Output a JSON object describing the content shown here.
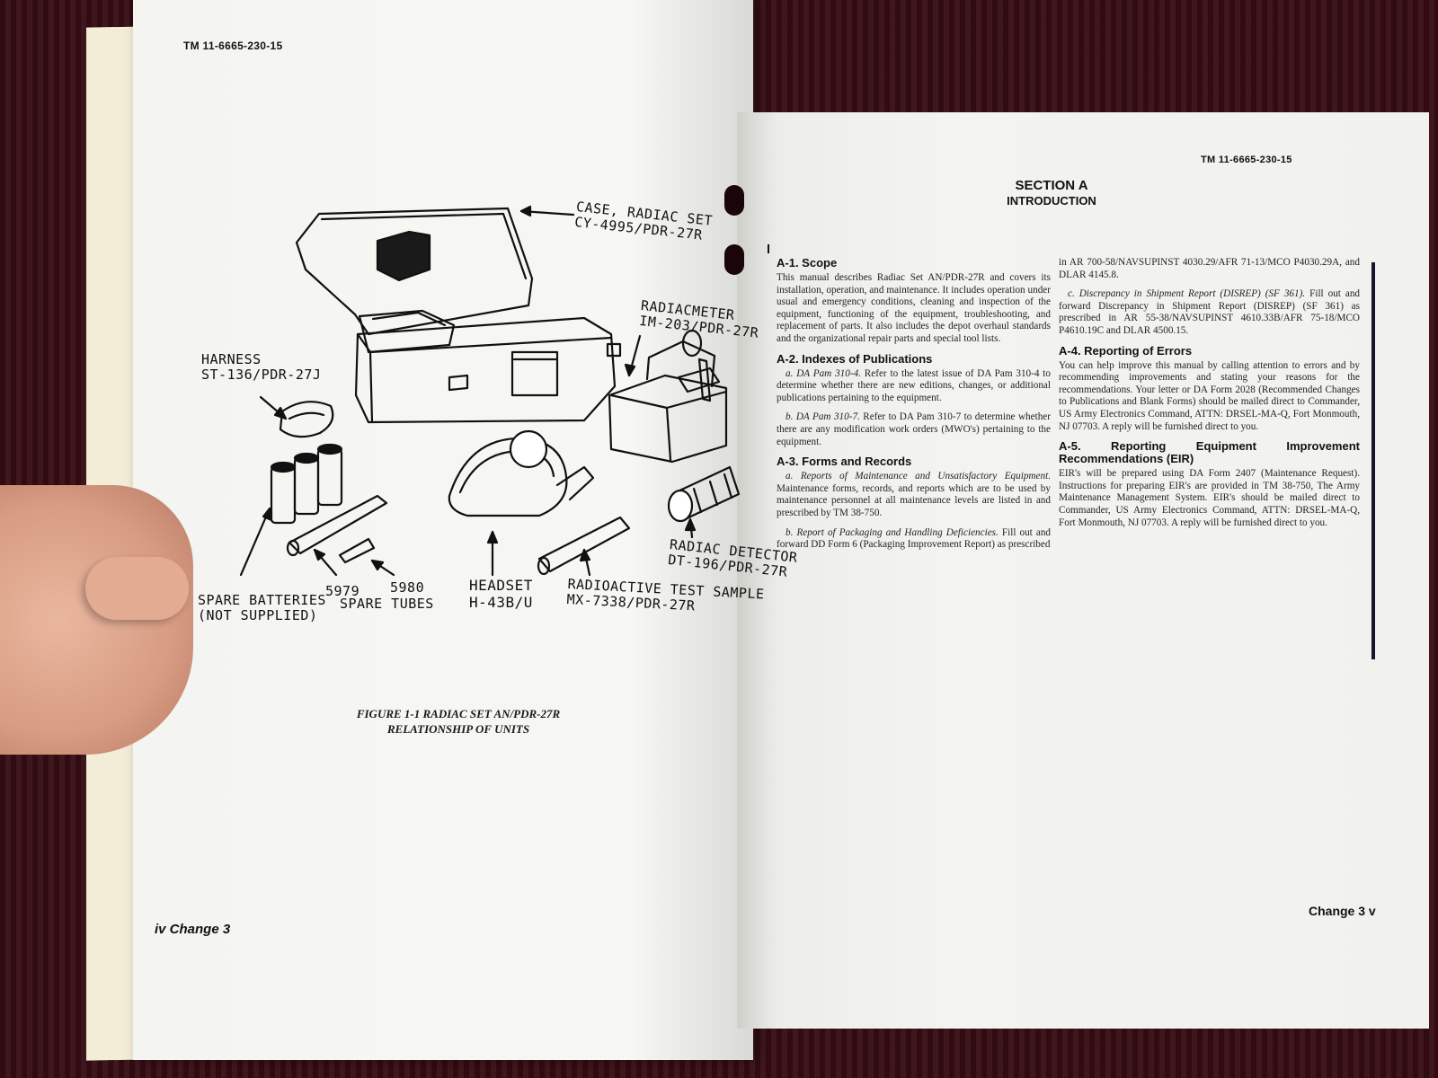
{
  "left_page": {
    "header": "TM 11-6665-230-15",
    "callouts": {
      "case": "CASE, RADIAC SET\nCY-4995/PDR-27R",
      "radiacmeter": "RADIACMETER\nIM-203/PDR-27R",
      "harness": "HARNESS\nST-136/PDR-27J",
      "detector": "RADIAC DETECTOR\nDT-196/PDR-27R",
      "headset": "HEADSET\nH-43B/U",
      "test_sample": "RADIOACTIVE TEST SAMPLE\nMX-7338/PDR-27R",
      "spare_batteries": "SPARE BATTERIES\n(NOT SUPPLIED)",
      "tube_5979": "5979",
      "tube_5980": "5980",
      "spare_tubes": "SPARE TUBES"
    },
    "caption_line1": "FIGURE 1-1 RADIAC SET AN/PDR-27R",
    "caption_line2": "RELATIONSHIP OF UNITS",
    "footer": "iv  Change 3"
  },
  "right_page": {
    "header": "TM 11-6665-230-15",
    "section_title": "SECTION A",
    "section_subtitle": "INTRODUCTION",
    "col1": {
      "a1_heading": "A-1. Scope",
      "a1_body": "This manual describes Radiac Set AN/PDR-27R and covers its installation, operation, and maintenance. It includes operation under usual and emergency conditions, cleaning and inspection of the equipment, functioning of the equipment, troubleshooting, and replacement of parts. It also includes the depot overhaul standards and the organizational repair parts and special tool lists.",
      "a2_heading": "A-2. Indexes of Publications",
      "a2a_lead": "a. DA Pam 310-4.",
      "a2a_body": " Refer to the latest issue of DA Pam 310-4 to determine whether there are new editions, changes, or additional publications pertaining to the equipment.",
      "a2b_lead": "b. DA Pam 310-7.",
      "a2b_body": " Refer to DA Pam 310-7 to determine whether there are any modification work orders (MWO's) pertaining to the equipment.",
      "a3_heading": "A-3. Forms and Records",
      "a3a_lead": "a. Reports of Maintenance and Unsatisfactory Equipment.",
      "a3a_body": " Maintenance forms, records, and reports which are to be used by maintenance personnel at all maintenance levels are listed in and prescribed by TM 38-750.",
      "a3b_lead": "b. Report of Packaging and Handling Deficiencies.",
      "a3b_body": " Fill out and forward DD Form 6 (Packaging Improvement Report) as prescribed"
    },
    "col2": {
      "cont": "in AR 700-58/NAVSUPINST 4030.29/AFR 71-13/MCO P4030.29A, and DLAR 4145.8.",
      "c_lead": "c. Discrepancy in Shipment Report (DISREP) (SF 361).",
      "c_body": " Fill out and forward Discrepancy in Shipment Report (DISREP) (SF 361) as prescribed in AR 55-38/NAVSUPINST 4610.33B/AFR 75-18/MCO P4610.19C and DLAR 4500.15.",
      "a4_heading": "A-4. Reporting of Errors",
      "a4_body": "You can help improve this manual by calling attention to errors and by recommending improvements and stating your reasons for the recommendations. Your letter or DA Form 2028 (Recommended Changes to Publications and Blank Forms) should be mailed direct to Commander, US Army Electronics Command, ATTN: DRSEL-MA-Q, Fort Monmouth, NJ 07703. A reply will be furnished direct to you.",
      "a5_heading": "A-5. Reporting Equipment Improvement Recommendations (EIR)",
      "a5_body": "EIR's will be prepared using DA Form 2407 (Maintenance Request). Instructions for preparing EIR's are provided in TM 38-750, The Army Maintenance Management System. EIR's should be mailed direct to Commander, US Army Electronics Command, ATTN: DRSEL-MA-Q, Fort Monmouth, NJ 07703. A reply will be furnished direct to you."
    },
    "footer": "Change 3   v"
  }
}
